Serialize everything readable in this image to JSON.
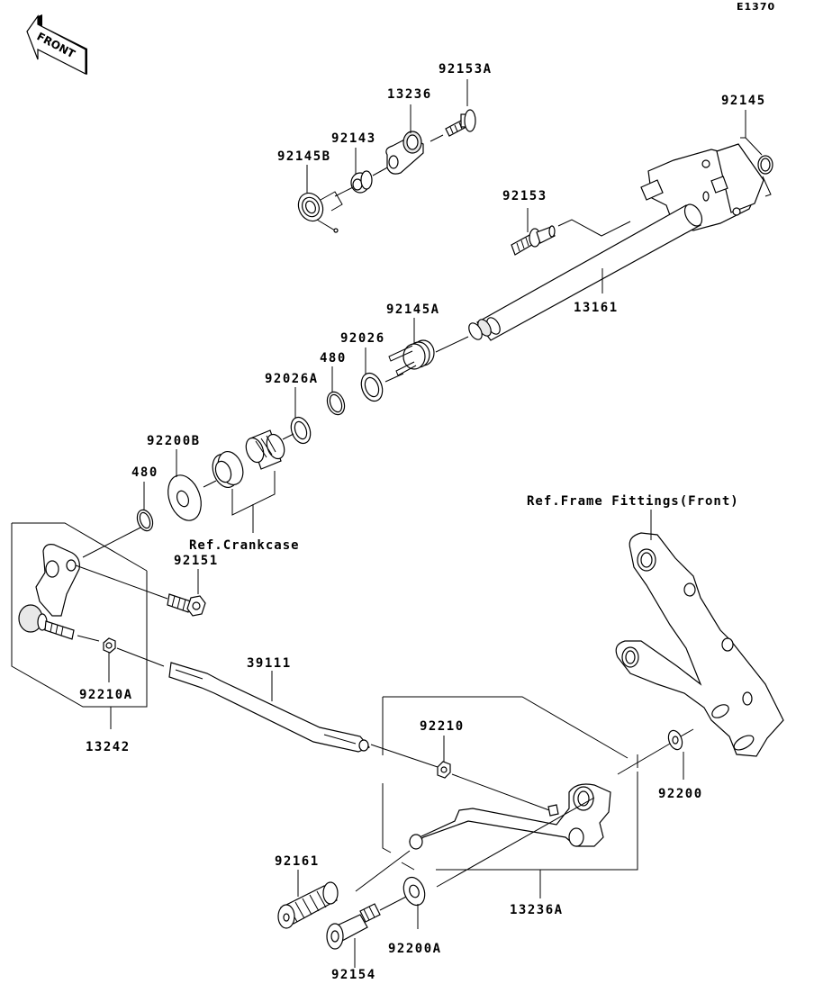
{
  "diagram": {
    "code": "E1370",
    "front_indicator": "FRONT",
    "labels": {
      "p92153A": "92153A",
      "p13236": "13236",
      "p92143": "92143",
      "p92145B": "92145B",
      "p92145": "92145",
      "p92153": "92153",
      "p13161": "13161",
      "p92145A": "92145A",
      "p92026": "92026",
      "p480a": "480",
      "p92026A": "92026A",
      "p92200B": "92200B",
      "p480b": "480",
      "ref_crankcase": "Ref.Crankcase",
      "p92151": "92151",
      "p92210A": "92210A",
      "p13242": "13242",
      "p39111": "39111",
      "p92210": "92210",
      "ref_frame": "Ref.Frame Fittings(Front)",
      "p92200": "92200",
      "p92161": "92161",
      "p13236A": "13236A",
      "p92200A": "92200A",
      "p92154": "92154"
    },
    "parts": [
      {
        "number": "92153A",
        "type": "bolt"
      },
      {
        "number": "13236",
        "type": "lever"
      },
      {
        "number": "92143",
        "type": "collar"
      },
      {
        "number": "92145B",
        "type": "spring"
      },
      {
        "number": "92145",
        "type": "spring"
      },
      {
        "number": "92153",
        "type": "bolt"
      },
      {
        "number": "13161",
        "type": "shift-shaft"
      },
      {
        "number": "92145A",
        "type": "spring"
      },
      {
        "number": "92026",
        "type": "washer"
      },
      {
        "number": "480",
        "type": "circlip"
      },
      {
        "number": "92026A",
        "type": "washer"
      },
      {
        "number": "92200B",
        "type": "washer"
      },
      {
        "number": "92151",
        "type": "bolt"
      },
      {
        "number": "92210A",
        "type": "nut"
      },
      {
        "number": "13242",
        "type": "lever-assembly"
      },
      {
        "number": "39111",
        "type": "tie-rod"
      },
      {
        "number": "92210",
        "type": "nut"
      },
      {
        "number": "92200",
        "type": "washer"
      },
      {
        "number": "92161",
        "type": "pedal-rubber"
      },
      {
        "number": "13236A",
        "type": "shift-pedal-assembly"
      },
      {
        "number": "92200A",
        "type": "washer"
      },
      {
        "number": "92154",
        "type": "bolt"
      }
    ]
  }
}
